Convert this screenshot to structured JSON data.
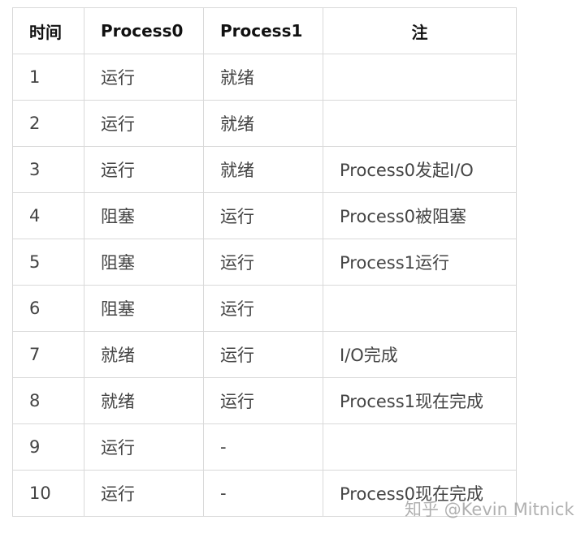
{
  "table": {
    "headers": [
      "时间",
      "Process0",
      "Process1",
      "注"
    ],
    "rows": [
      {
        "time": "1",
        "p0": "运行",
        "p1": "就绪",
        "note": ""
      },
      {
        "time": "2",
        "p0": "运行",
        "p1": "就绪",
        "note": ""
      },
      {
        "time": "3",
        "p0": "运行",
        "p1": "就绪",
        "note": "Process0发起I/O"
      },
      {
        "time": "4",
        "p0": "阻塞",
        "p1": "运行",
        "note": "Process0被阻塞"
      },
      {
        "time": "5",
        "p0": "阻塞",
        "p1": "运行",
        "note": "Process1运行"
      },
      {
        "time": "6",
        "p0": "阻塞",
        "p1": "运行",
        "note": ""
      },
      {
        "time": "7",
        "p0": "就绪",
        "p1": "运行",
        "note": "I/O完成"
      },
      {
        "time": "8",
        "p0": "就绪",
        "p1": "运行",
        "note": "Process1现在完成"
      },
      {
        "time": "9",
        "p0": "运行",
        "p1": "-",
        "note": ""
      },
      {
        "time": "10",
        "p0": "运行",
        "p1": "-",
        "note": "Process0现在完成"
      }
    ]
  },
  "watermark": "知乎 @Kevin Mitnick",
  "colors": {
    "border": "#d9d9d9",
    "header_text": "#111111",
    "cell_text": "#444444"
  }
}
